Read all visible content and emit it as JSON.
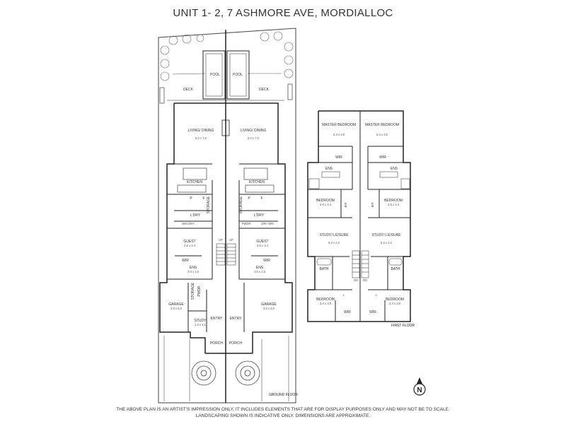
{
  "title": "UNIT 1- 2, 7 ASHMORE AVE, MORDIALLOC",
  "ground_floor": {
    "label": "GROUND FLOOR",
    "rooms": {
      "pool_left": "POOL",
      "pool_right": "POOL",
      "deck_left": "DECK",
      "deck_right": "DECK",
      "living_left": "LIVING/ DINING",
      "living_left_dim": "5.0 x 7.0",
      "living_right": "LIVING/ DINING",
      "living_right_dim": "5.0 x 7.0",
      "kitchen_left": "KITCHEN",
      "kitchen_right": "KITCHEN",
      "pantry_left": "P",
      "fridge_left": "F",
      "pantry_right": "P",
      "fridge_right": "F",
      "storage_left": "STORAGE",
      "storage_right": "STORAGE",
      "ldry_left": "L'DRY",
      "ldry_right": "L'DRY",
      "wm_dry_left": "WM DRY",
      "dry_wm_right": "DRY WM",
      "pwdr_right": "PWDR",
      "guest_left": "GUEST",
      "guest_left_dim": "3.6 x 3.4",
      "guest_right": "GUEST",
      "guest_right_dim": "3.6 x 3.4",
      "wir_left": "WIR",
      "wir_right": "WIR",
      "ens_left": "ENS",
      "ens_left_dim": "3.6 x 1.6",
      "ens_right": "ENS",
      "ens_right_dim": "3.6 x 1.6",
      "garage_left": "GARAGE",
      "garage_left_dim": "3.5 x 6.0",
      "garage_right": "GARAGE",
      "garage_right_dim": "3.5 x 6.0",
      "storage2_left": "STORAGE",
      "pwdr_left": "PWDR",
      "study": "STUDY",
      "study_dim": "1.8 x 4.1",
      "entry_left": "ENTRY",
      "entry_right": "ENTRY",
      "porch_left": "PORCH",
      "porch_right": "PORCH",
      "up_left": "UP",
      "up_right": "UP"
    }
  },
  "first_floor": {
    "label": "FIRST FLOOR",
    "rooms": {
      "master_left": "MASTER BEDROOM",
      "master_left_dim": "5.3 x 3.9",
      "master_right": "MASTER BEDROOM",
      "master_right_dim": "5.3 x 3.9",
      "wir_top_left": "WIR",
      "wir_top_right": "WIR",
      "ens_left": "ENS",
      "ens_right": "ENS",
      "bed_left": "BEDROOM",
      "bed_left_dim": "3.9 x 3.4",
      "bed_right": "BEDROOM",
      "bed_right_dim": "3.9 x 3.4",
      "bir_left": "BIR",
      "bir_right": "BIR",
      "study_left": "STUDY/ LEISURE",
      "study_left_dim": "5.3 x 4.2",
      "study_right": "STUDY/ LEISURE",
      "study_right_dim": "5.3 x 4.2",
      "bath_left": "BATH",
      "bath_right": "BATH",
      "dn_left": "DN",
      "dn_right": "DN",
      "bed2_left": "BEDROOM",
      "bed2_left_dim": "3.4 x 3.9",
      "bed2_right": "BEDROOM",
      "bed2_right_dim": "3.4 x 3.9",
      "wir_bot_left": "WIR",
      "wir_bot_right": "WIR",
      "l_left": "L",
      "l_right": "L"
    }
  },
  "north_arrow": "N",
  "disclaimer": {
    "line1": "THE ABOVE PLAN IS AN ARTIST'S IMPRESSION ONLY, IT INCLUDES ELEMENTS THAT ARE FOR DISPLAY PURPOSES ONLY AND MAY NOT BE TO SCALE.",
    "line2": "LANDSCAPING SHOWN IS INDICATIVE ONLY. DIMENSIONS ARE APPROXIMATE."
  }
}
